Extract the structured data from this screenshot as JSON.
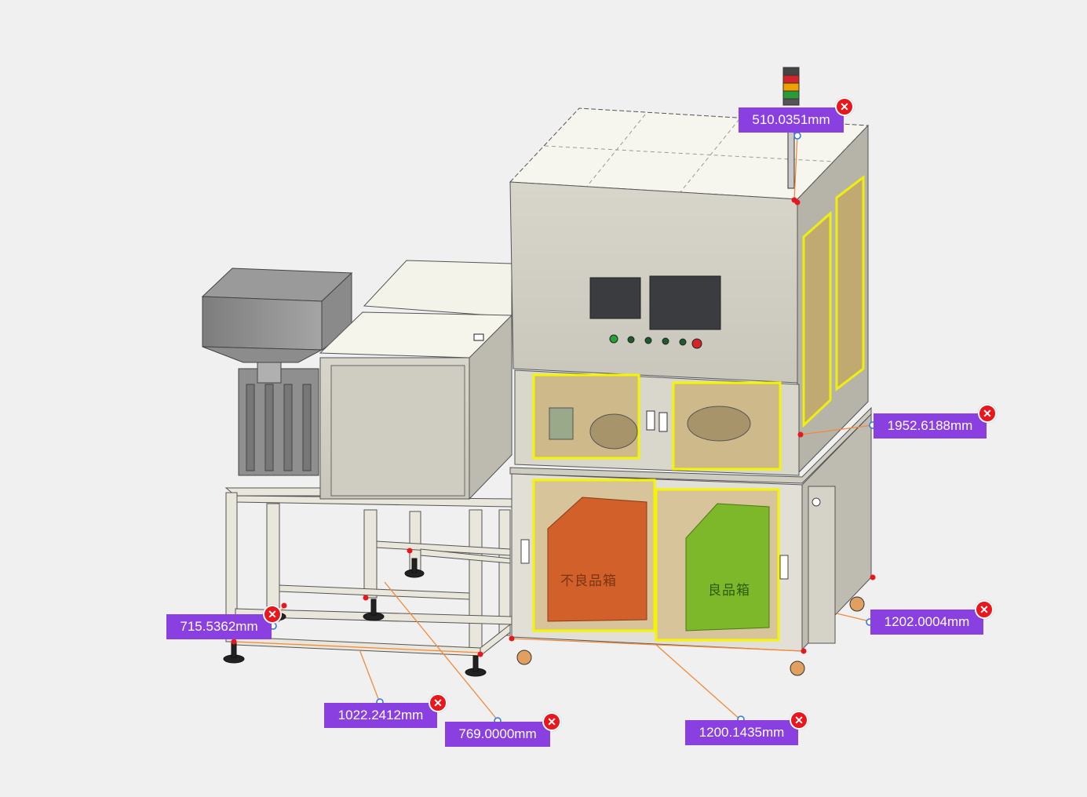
{
  "measurements": [
    {
      "id": "m1",
      "value": "510.0351mm"
    },
    {
      "id": "m2",
      "value": "1952.6188mm"
    },
    {
      "id": "m3",
      "value": "1202.0004mm"
    },
    {
      "id": "m4",
      "value": "1200.1435mm"
    },
    {
      "id": "m5",
      "value": "769.0000mm"
    },
    {
      "id": "m6",
      "value": "1022.2412mm"
    },
    {
      "id": "m7",
      "value": "715.5362mm"
    }
  ],
  "machine": {
    "reject_bin_label": "不良品箱",
    "good_bin_label": "良品箱"
  },
  "colors": {
    "label_bg": "#8a3fe0",
    "close_bg": "#e8161d",
    "dimension_line": "#f08a3c",
    "highlight": "#f5f500",
    "reject_bin": "#d2602a",
    "good_bin": "#7cb829"
  },
  "icons": {
    "close": "close-x-icon",
    "anchor": "anchor-point-icon"
  }
}
